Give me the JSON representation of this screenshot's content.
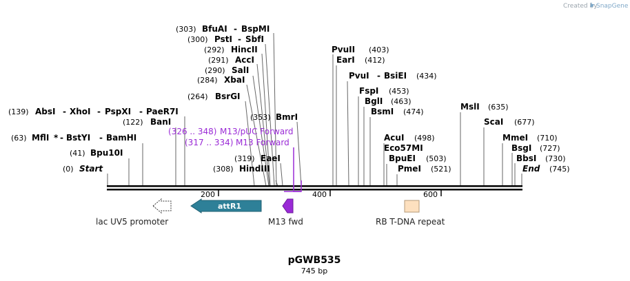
{
  "brand": {
    "created_by": "Created by",
    "app_name": "SnapGene"
  },
  "plasmid": {
    "name": "pGWB535",
    "length_label": "745 bp"
  },
  "ticks": [
    "200",
    "400",
    "600"
  ],
  "sites": {
    "start": {
      "pos": "(0)",
      "name": "Start"
    },
    "bpu10i": {
      "pos": "(41)",
      "name": "Bpu10I"
    },
    "mlui": {
      "pos": "(63)",
      "name": "MflI",
      "mark": "*",
      "rest": "BstYI",
      "last": "BamHI"
    },
    "bani": {
      "pos": "(122)",
      "name": "BanI"
    },
    "absi": {
      "pos": "(139)",
      "name": "AbsI",
      "n2": "XhoI",
      "n3": "PspXI",
      "n4": "PaeR7I"
    },
    "bsrgi": {
      "pos": "(264)",
      "name": "BsrGI"
    },
    "xbai": {
      "pos": "(284)",
      "name": "XbaI"
    },
    "sali": {
      "pos": "(290)",
      "name": "SalI"
    },
    "acci": {
      "pos": "(291)",
      "name": "AccI"
    },
    "hincii": {
      "pos": "(292)",
      "name": "HincII"
    },
    "psti": {
      "pos": "(300)",
      "name": "PstI",
      "n2": "SbfI"
    },
    "bfuai": {
      "pos": "(303)",
      "name": "BfuAI",
      "n2": "BspMI"
    },
    "hindiii": {
      "pos": "(308)",
      "name": "HindIII"
    },
    "eaei": {
      "pos": "(319)",
      "name": "EaeI"
    },
    "bmri": {
      "pos": "(353)",
      "name": "BmrI"
    },
    "pvuii": {
      "pos": "(403)",
      "name": "PvuII"
    },
    "eari": {
      "pos": "(412)",
      "name": "EarI"
    },
    "pvui": {
      "pos": "(434)",
      "name": "PvuI",
      "n2": "BsiEI"
    },
    "fspi": {
      "pos": "(453)",
      "name": "FspI"
    },
    "bgli": {
      "pos": "(463)",
      "name": "BglI"
    },
    "bsmi": {
      "pos": "(474)",
      "name": "BsmI"
    },
    "acui": {
      "pos": "(498)",
      "name": "AcuI"
    },
    "eco57mi": {
      "name": "Eco57MI"
    },
    "bpuei": {
      "pos": "(503)",
      "name": "BpuEI"
    },
    "pmei": {
      "pos": "(521)",
      "name": "PmeI"
    },
    "msli": {
      "pos": "(635)",
      "name": "MslI"
    },
    "scai": {
      "pos": "(677)",
      "name": "ScaI"
    },
    "mmei": {
      "pos": "(710)",
      "name": "MmeI"
    },
    "bsgi": {
      "pos": "(727)",
      "name": "BsgI"
    },
    "bbsi": {
      "pos": "(730)",
      "name": "BbsI"
    },
    "end": {
      "pos": "(745)",
      "name": "End"
    }
  },
  "primers": {
    "m13puc": {
      "range": "(326 .. 348)",
      "name": "M13/pUC Forward"
    },
    "m13": {
      "range": "(317 .. 334)",
      "name": "M13 Forward"
    }
  },
  "features": {
    "lacuv5": "lac UV5 promoter",
    "attr1": "attR1",
    "m13fwd": "M13 fwd",
    "rbtdna": "RB T-DNA repeat"
  },
  "colors": {
    "primer": "#9a2ad6",
    "attr1": "#2e8098",
    "m13fwd": "#9a2ad6",
    "rb_repeat": "#fde0bf",
    "brand_blue": "#7fa8c8"
  }
}
